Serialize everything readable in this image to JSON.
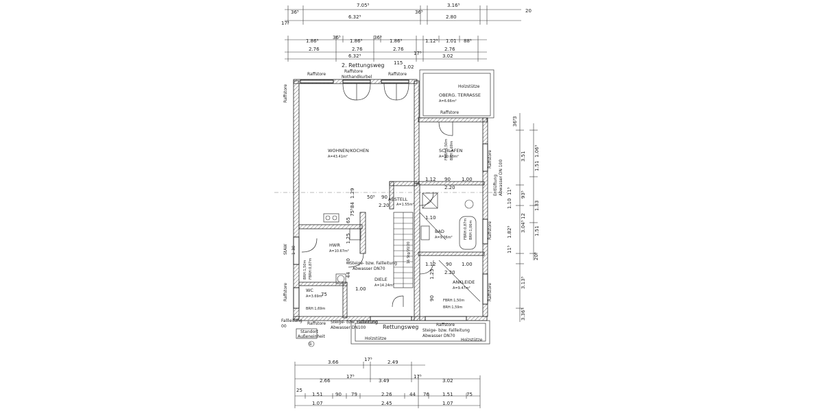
{
  "top_dims": {
    "row1": [
      "36⁵",
      "7.05⁵",
      "3.16⁵"
    ],
    "row2": [
      "6.32⁵",
      "36⁵",
      "2.80"
    ],
    "row3": [
      "1.86⁵",
      "36⁵",
      "1.86⁵",
      "36⁵",
      "1.86⁵",
      "1.12⁵",
      "1.01",
      "88⁵"
    ],
    "row4": [
      "2.76",
      "2.76",
      "2.76",
      "2.76"
    ],
    "row5": [
      "6.32⁵",
      "3.02",
      "17⁵"
    ],
    "corner": [
      "20",
      "17⁵",
      "3"
    ]
  },
  "bottom_dims": {
    "row1": [
      "3.66",
      "17⁵",
      "2.49"
    ],
    "row2": [
      "2.66",
      "17⁵",
      "3.49",
      "17⁵",
      "3.02"
    ],
    "row3": [
      "25",
      "1.51",
      "90",
      "79",
      "2.26",
      "44",
      "76",
      "1.51",
      "75"
    ],
    "row4": [
      "1.07",
      "2.45",
      "1.07"
    ]
  },
  "right_dims": {
    "outer": [
      "36⁵",
      "3",
      "3.51",
      "93⁵",
      "3.04⁵",
      "20⁸",
      "3.13⁵",
      "3.36⁵"
    ],
    "inner": [
      "1.06⁵",
      "1.51",
      "1.33",
      "1.51",
      "11⁵",
      "1.10",
      "1.82⁵",
      "11⁵",
      "12"
    ]
  },
  "rooms": {
    "wohnen": {
      "name": "WOHNEN/KOCHEN",
      "area": "A=43.41m²"
    },
    "terrasse": {
      "name": "OBERG. TERRASSE",
      "area": "A=6.66m²"
    },
    "schlafen": {
      "name": "SCHLAFEN",
      "area": "A=10.60m²"
    },
    "abstell": {
      "name": "ABSTELL",
      "area": "A=1.55m²"
    },
    "bad": {
      "name": "BAD",
      "area": "A=9.06m²"
    },
    "hwr": {
      "name": "HWR",
      "area": "A=10.67m²"
    },
    "diele": {
      "name": "DIELE",
      "area": "A=14.24m²"
    },
    "ankleide": {
      "name": "ANKLEIDE",
      "area": "A=9.47m²"
    },
    "wc": {
      "name": "WC",
      "area": "A=3.69m²"
    }
  },
  "labels": {
    "rettungsweg_top": "2. Rettungsweg",
    "rettungsweg_bottom": "Rettungsweg",
    "raffstore": "Raffstore",
    "notkurbel": "Nothandkurbel",
    "holzstuetze": "Holzstütze",
    "steige_fall": "Steige- bzw. Fallleitung",
    "abwasser_dn70": "Abwasser DN70",
    "abwasser_dn100": "Abwasser DN100",
    "fallleitung": "Fallleitung",
    "entlueftung": "Entlüftung",
    "abwasser_dn100_v": "Abwasser DN 100",
    "standort": "Standort",
    "aussen": "Außeneinheit",
    "stufe": "StAW",
    "stair_label": "16 Stg/20/20",
    "fbrh_150": "FBRH:1,50m",
    "brh_169": "BRH:1,69m",
    "fbrh_087": "FBRH:0,87m",
    "brh_106": "BRH:1,06m",
    "brh_050": "BRH:1,50m",
    "fbrh_087_b": "FBRH:0,87m",
    "brh_159": "BRH:1,59m",
    "wc_brh": "BRH:1,69m",
    "t_1_30": "1-30",
    "t_1_00": "1.00",
    "t_1_12": "1.12",
    "t_90": "90",
    "t_2_20": "2.20",
    "t_2_20b": "2.20",
    "t_1_10": "1.10",
    "t_1_25": "1.25",
    "t_80": "80",
    "t_50": "50⁵",
    "t_125": "1.25",
    "t_65": "65",
    "t_75": "75",
    "t_44": "44",
    "t_100": "100",
    "t_00": "00",
    "t_115": "115",
    "t_102": "1.02",
    "t_220c": "2.20",
    "t_129": "1.29",
    "t_84": "84",
    "t_75c": "75⁵",
    "one": "①"
  }
}
